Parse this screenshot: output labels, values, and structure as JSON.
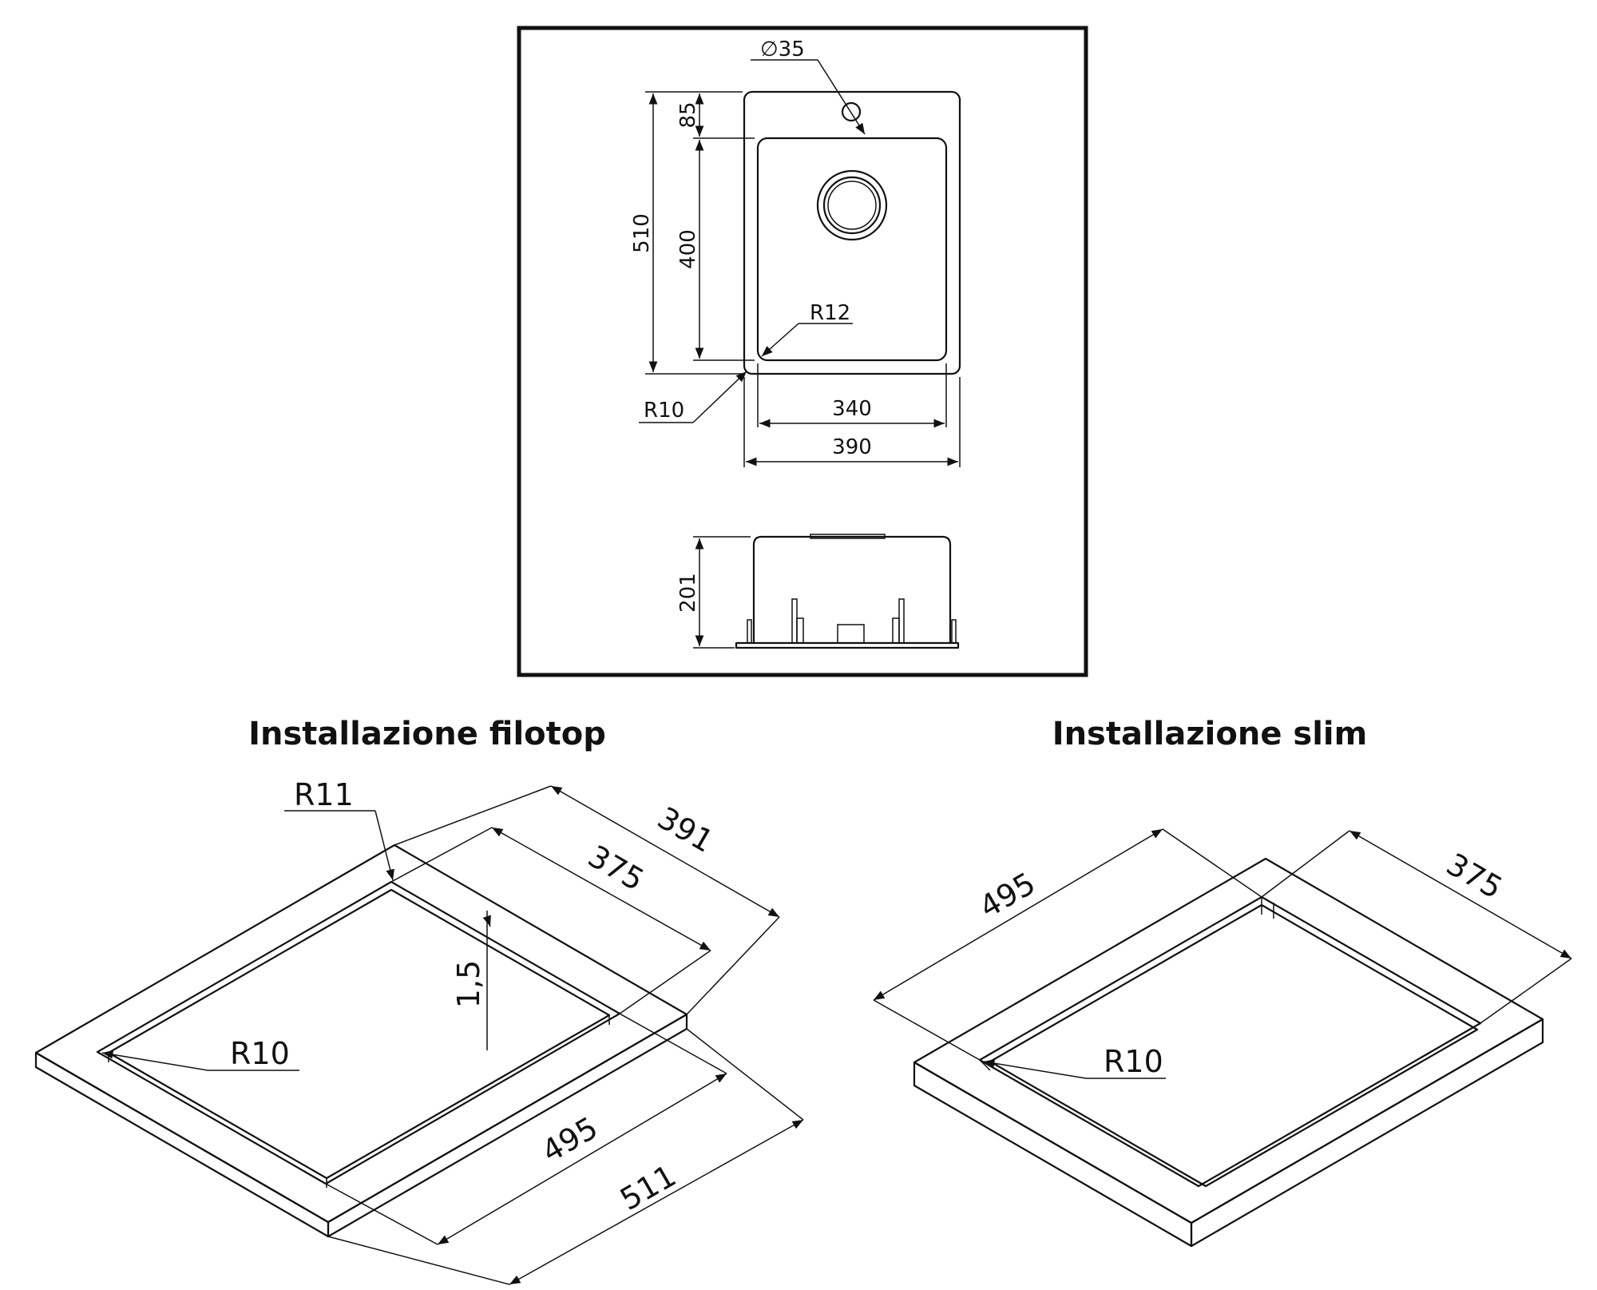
{
  "top_view": {
    "hole_dia": "∅35",
    "dim_85": "85",
    "dim_510": "510",
    "dim_400": "400",
    "radius_inner": "R12",
    "radius_outer": "R10",
    "dim_340": "340",
    "dim_390": "390"
  },
  "side_view": {
    "dim_201": "201"
  },
  "filotop": {
    "title": "Installazione filotop",
    "r11": "R11",
    "d391": "391",
    "d375": "375",
    "d15": "1,5",
    "r10": "R10",
    "d495": "495",
    "d511": "511"
  },
  "slim": {
    "title": "Installazione slim",
    "d495": "495",
    "d375": "375",
    "r10": "R10"
  }
}
